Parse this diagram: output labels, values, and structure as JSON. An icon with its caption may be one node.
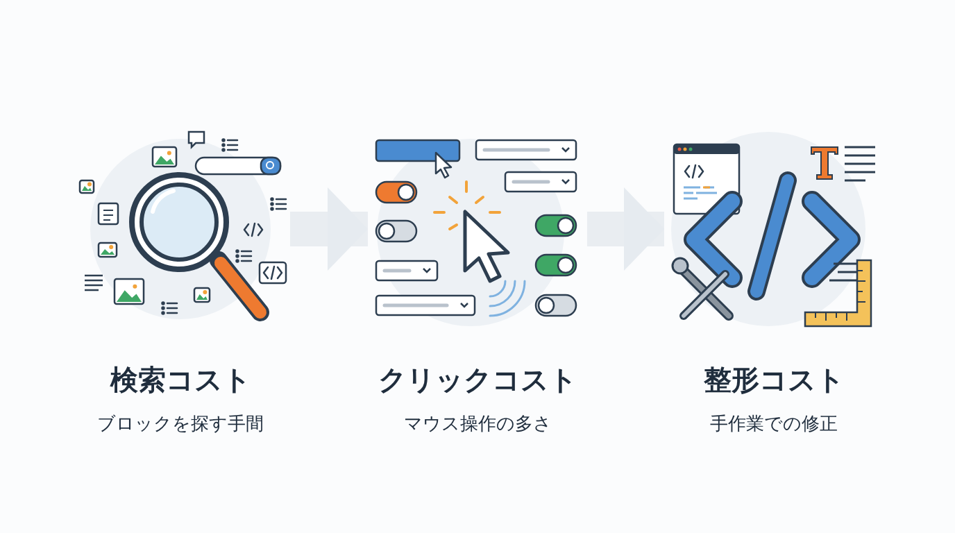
{
  "diagram": {
    "nodes": [
      {
        "text": [
          "検索コスト",
          "ブロックを探す手間"
        ]
      },
      {
        "text": [
          "クリックコスト",
          "マウス操作の多さ"
        ]
      },
      {
        "text": [
          "整形コスト",
          "手作業での修正"
        ]
      }
    ],
    "edges": [
      {
        "from": 0,
        "to": 1,
        "arrow": "to"
      },
      {
        "from": 1,
        "to": 2,
        "arrow": "to"
      }
    ]
  }
}
